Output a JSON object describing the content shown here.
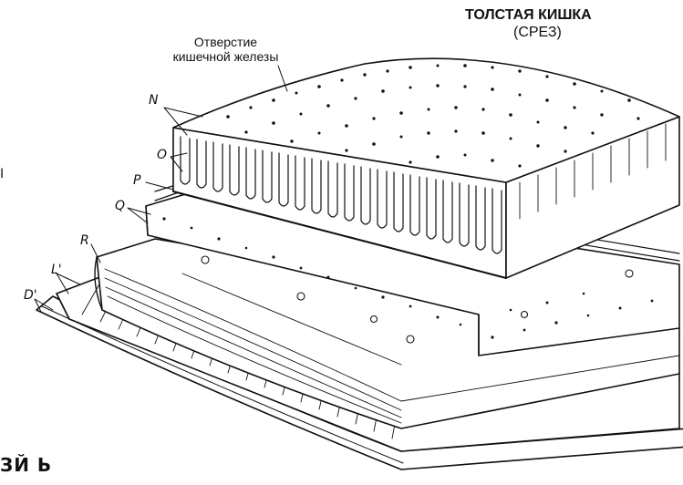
{
  "title": "ТОЛСТАЯ КИШКА",
  "subtitle": "(СРЕЗ)",
  "annotation": {
    "line1": "Отверстие",
    "line2": "кишечной железы"
  },
  "labels": {
    "n": "N",
    "o": "O",
    "p": "P",
    "q": "Q",
    "r": "R",
    "l": "L'",
    "d": "D'"
  },
  "edge_fragments": {
    "left_mark": "I",
    "bottom": "ЗЙ Ь"
  },
  "colors": {
    "ink": "#111111",
    "paper": "#ffffff"
  }
}
